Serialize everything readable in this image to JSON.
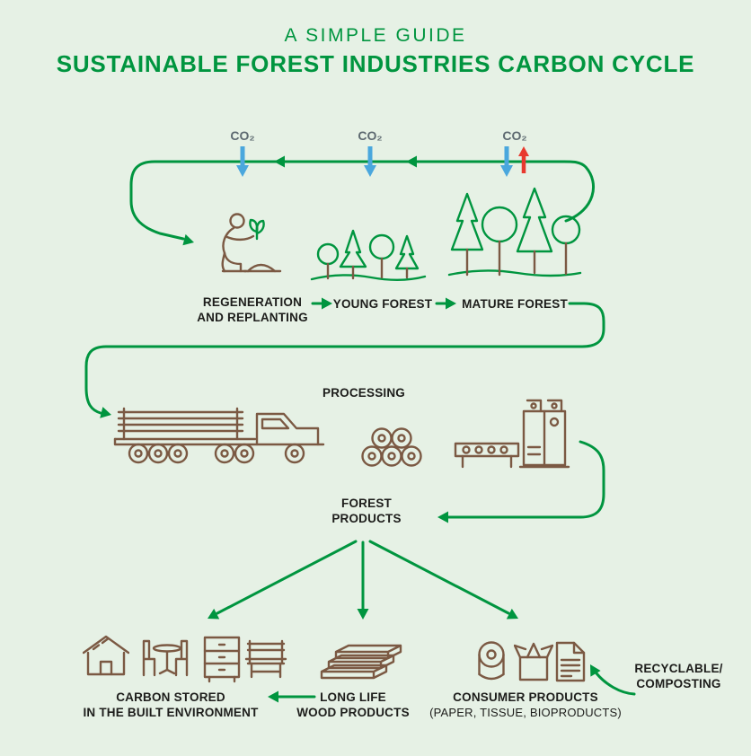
{
  "page": {
    "background": "#e6f1e5"
  },
  "colors": {
    "accent_green": "#00953f",
    "icon_brown": "#7b5943",
    "co2_blue": "#4aa7dd",
    "co2_red": "#e8392e",
    "co2_text": "#5e6a71",
    "label_text": "#1d1d1b"
  },
  "title": {
    "kicker": "A SIMPLE GUIDE",
    "main": "SUSTAINABLE FOREST INDUSTRIES CARBON CYCLE"
  },
  "co2": {
    "first": "CO₂",
    "second": "CO₂",
    "third": "CO₂"
  },
  "stages": {
    "regeneration": {
      "line1": "REGENERATION",
      "line2": "AND REPLANTING"
    },
    "young_forest": {
      "label": "YOUNG FOREST"
    },
    "mature_forest": {
      "label": "MATURE FOREST"
    },
    "processing": {
      "label": "PROCESSING"
    },
    "forest_products": {
      "line1": "FOREST",
      "line2": "PRODUCTS"
    },
    "built_environment": {
      "line1": "CARBON STORED",
      "line2": "IN THE BUILT ENVIRONMENT"
    },
    "wood_products": {
      "line1": "LONG LIFE",
      "line2": "WOOD PRODUCTS"
    },
    "consumer_products": {
      "line1": "CONSUMER PRODUCTS",
      "line2": "(PAPER, TISSUE, BIOPRODUCTS)"
    },
    "recycling": {
      "line1": "RECYCLABLE/",
      "line2": "COMPOSTING"
    }
  },
  "icons": {
    "person-planting-icon": "kneeling person planting seedling",
    "young-forest-icon": "small trees on hills",
    "mature-forest-icon": "tall pines and broadleaf trees",
    "log-truck-icon": "truck hauling logs",
    "log-stack-icon": "stacked log ends",
    "processing-machine-icon": "conveyor and mill machinery",
    "house-icon": "house outline",
    "table-chairs-icon": "table with two chairs",
    "drawers-icon": "chest of drawers",
    "bench-icon": "wooden bench",
    "lumber-stack-icon": "stack of sawn boards",
    "paper-roll-icon": "paper/tissue roll",
    "open-box-icon": "open cardboard box",
    "document-icon": "paper document",
    "co2-down-arrow-icon": "blue downward CO2 absorption arrow",
    "co2-up-arrow-icon": "red upward CO2 release arrow"
  }
}
